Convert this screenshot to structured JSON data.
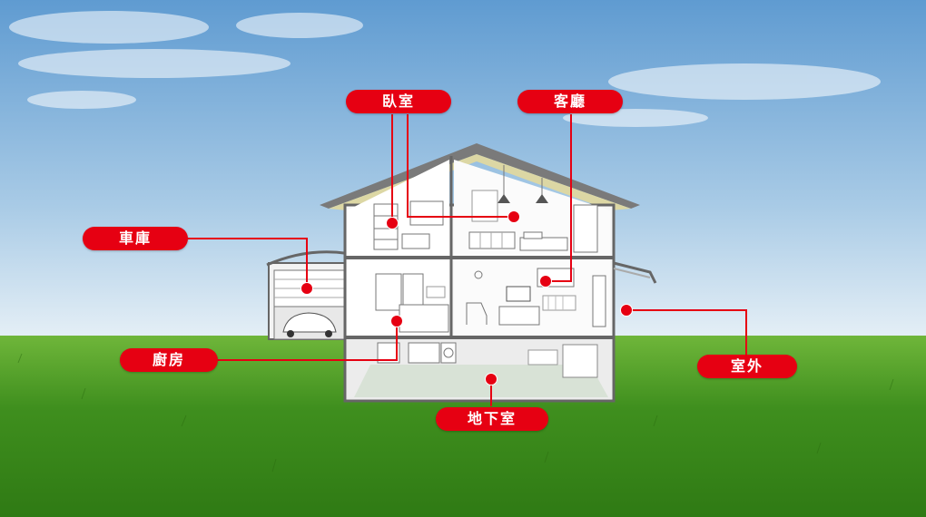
{
  "colors": {
    "accent": "#e60012",
    "sky_top": "#5f9bd1",
    "sky_bottom": "#e6f0f7",
    "grass": "#3f8f1e"
  },
  "labels": {
    "bedroom": "臥室",
    "living_room": "客廳",
    "garage": "車庫",
    "kitchen": "廚房",
    "basement": "地下室",
    "outdoor": "室外"
  }
}
